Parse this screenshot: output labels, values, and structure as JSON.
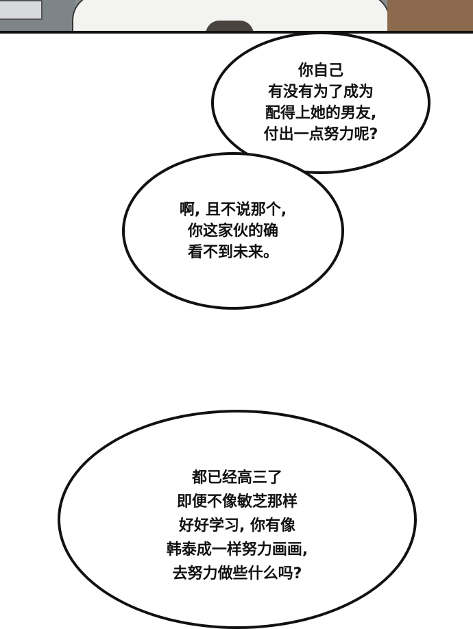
{
  "bubbles": [
    {
      "lines": [
        "你自己",
        "有没有为了成为",
        "配得上她的男友,",
        "付出一点努力呢?"
      ]
    },
    {
      "lines": [
        "啊, 且不说那个,",
        "你这家伙的确",
        "看不到未来。"
      ]
    },
    {
      "lines": [
        "都已经高三了",
        "即便不像敏芝那样",
        "好好学习, 你有像",
        "韩泰成一样努力画画,",
        "去努力做些什么吗?"
      ]
    }
  ]
}
